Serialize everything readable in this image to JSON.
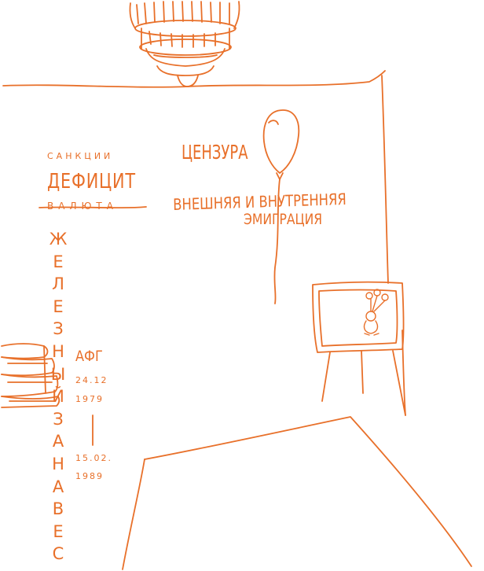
{
  "colors": {
    "ink": "#e8702a"
  },
  "icons": {
    "chandelier": "chandelier-icon",
    "balloon": "balloon-icon",
    "tv": "tv-icon",
    "olympic_bear": "bear-icon",
    "books": "book-stack-icon"
  },
  "left_board": {
    "sanctions": "САНКЦИИ",
    "deficit": "ДЕФИЦИТ",
    "currency_crossed": "ВАЛЮТА"
  },
  "wall": {
    "censorship": "ЦЕНЗУРА",
    "emigration_line1": "ВНЕШНЯЯ И ВНУТРЕННЯЯ",
    "emigration_line2": "ЭМИГРАЦИЯ"
  },
  "iron_curtain_letters": [
    "Ж",
    "Е",
    "Л",
    "Е",
    "З",
    "Н",
    "Ы",
    "Й",
    "З",
    "А",
    "Н",
    "А",
    "В",
    "Е",
    "С"
  ],
  "afghanistan": {
    "label": "АФГ",
    "start_date_line1": "24.12",
    "start_date_line2": "1979",
    "end_date_line1": "15.02.",
    "end_date_line2": "1989"
  }
}
